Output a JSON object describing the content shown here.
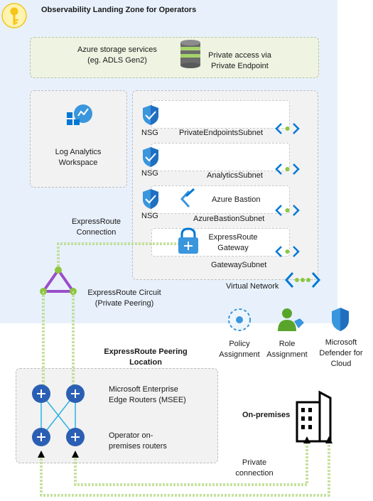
{
  "title": "Observability Landing Zone for Operators",
  "storage": {
    "label_line1": "Azure storage services",
    "label_line2": "(eg. ADLS Gen2)",
    "private_access_line1": "Private access via",
    "private_access_line2": "Private Endpoint"
  },
  "log_analytics": {
    "line1": "Log Analytics",
    "line2": "Workspace"
  },
  "subnets": [
    {
      "name": "PrivateEndpointsSubnet",
      "nsg": "NSG"
    },
    {
      "name": "AnalyticsSubnet",
      "nsg": "NSG"
    },
    {
      "name": "AzureBastionSubnet",
      "nsg": "NSG",
      "service": "Azure Bastion"
    },
    {
      "name": "GatewaySubnet",
      "service_line1": "ExpressRoute",
      "service_line2": "Gateway"
    }
  ],
  "virtual_network": "Virtual Network",
  "er_connection": {
    "line1": "ExpressRoute",
    "line2": "Connection"
  },
  "er_circuit": {
    "line1": "ExpressRoute Circuit",
    "line2": "(Private Peering)"
  },
  "policy": {
    "line1": "Policy",
    "line2": "Assignment"
  },
  "role": {
    "line1": "Role",
    "line2": "Assignment"
  },
  "defender": {
    "line1": "Microsoft",
    "line2": "Defender for",
    "line3": "Cloud"
  },
  "peering_location": {
    "line1": "ExpressRoute Peering",
    "line2": "Location"
  },
  "msee": {
    "line1": "Microsoft Enterprise",
    "line2": "Edge Routers (MSEE)"
  },
  "operator_routers": {
    "line1": "Operator on-",
    "line2": "premises routers"
  },
  "on_premises": "On-premises",
  "private_connection": {
    "line1": "Private",
    "line2": "connection"
  },
  "colors": {
    "landing_zone_bg": "#e8f1fb",
    "azure_blue": "#0078d4",
    "connection_green": "#8cc63f",
    "circuit_purple": "#9b4dca",
    "key_yellow": "#f5c518"
  }
}
